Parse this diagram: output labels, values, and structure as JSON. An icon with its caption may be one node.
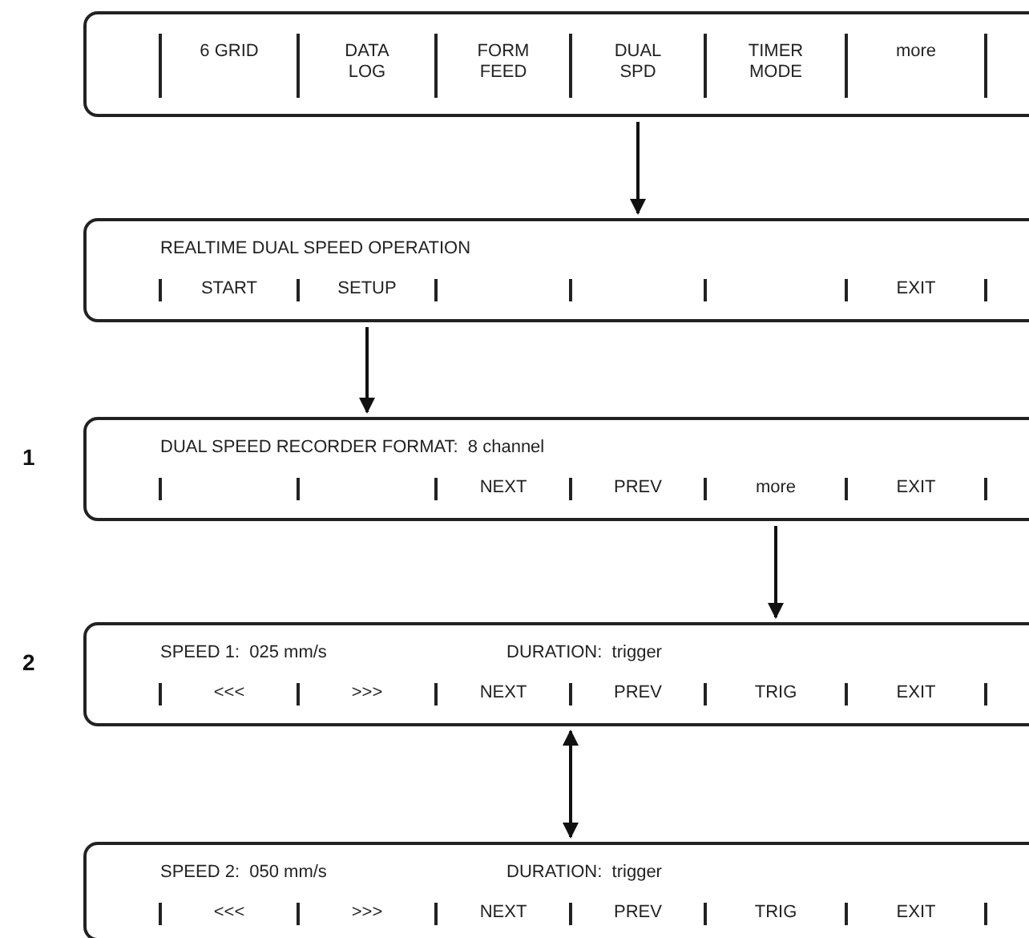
{
  "diagram": {
    "nodes": [
      {
        "text": [
          "6 GRID",
          "DATA LOG",
          "FORM FEED",
          "DUAL SPD",
          "TIMER MODE",
          "more"
        ]
      },
      {
        "text": [
          "REALTIME DUAL SPEED OPERATION",
          "START",
          "SETUP",
          "EXIT"
        ]
      },
      {
        "text": [
          "DUAL SPEED RECORDER FORMAT:  8 channel",
          "NEXT",
          "PREV",
          "more",
          "EXIT"
        ],
        "beside": [
          "1"
        ]
      },
      {
        "text": [
          "SPEED 1:  025 mm/s",
          "DURATION:  trigger",
          "<<<",
          ">>>",
          "NEXT",
          "PREV",
          "TRIG",
          "EXIT"
        ],
        "beside": [
          "2"
        ]
      },
      {
        "text": [
          "SPEED 2:  050 mm/s",
          "DURATION:  trigger",
          "<<<",
          ">>>",
          "NEXT",
          "PREV",
          "TRIG",
          "EXIT"
        ]
      }
    ],
    "edges": [
      {
        "from": 0,
        "to": 1,
        "arrow": "to"
      },
      {
        "from": 1,
        "to": 2,
        "arrow": "to"
      },
      {
        "from": 2,
        "to": 3,
        "arrow": "to"
      },
      {
        "from": 3,
        "to": 4,
        "arrow": "both"
      }
    ]
  }
}
